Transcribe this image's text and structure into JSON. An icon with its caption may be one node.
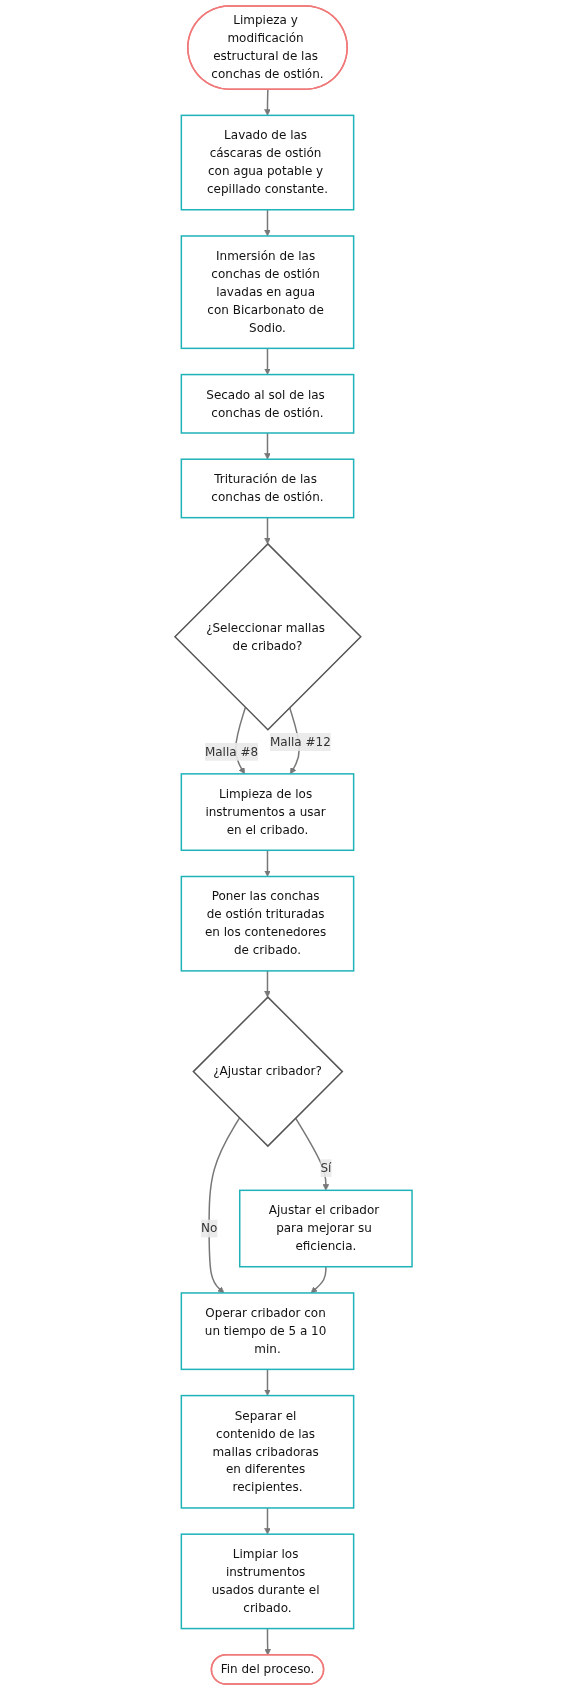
{
  "diagram": {
    "nodes": [
      {
        "text": [
          "Limpieza y modificación estructural de las conchas de ostión."
        ]
      },
      {
        "text": [
          "Lavado de las cáscaras de ostión con agua potable y cepillado constante."
        ]
      },
      {
        "text": [
          "Inmersión de las conchas de ostión lavadas en agua con Bicarbonato de Sodio."
        ]
      },
      {
        "text": [
          "Secado al sol de las conchas de ostión."
        ]
      },
      {
        "text": [
          "Trituración de las conchas de ostión."
        ]
      },
      {
        "text": [
          "¿Seleccionar mallas de cribado?"
        ]
      },
      {
        "text": [
          "Limpieza de los instrumentos a usar en el cribado."
        ]
      },
      {
        "text": [
          "Poner las conchas de ostión trituradas en los contenedores de cribado."
        ]
      },
      {
        "text": [
          "¿Ajustar cribador?"
        ]
      },
      {
        "text": [
          "Ajustar el cribador para mejorar su eficiencia."
        ]
      },
      {
        "text": [
          "Operar cribador con un tiempo de 5 a 10 min."
        ]
      },
      {
        "text": [
          "Separar el contenido de las mallas cribadoras en diferentes recipientes."
        ]
      },
      {
        "text": [
          "Limpiar los instrumentos usados durante el cribado."
        ]
      },
      {
        "text": [
          "Fin del proceso."
        ]
      }
    ],
    "edges": [
      {
        "from": 0,
        "to": 1,
        "arrow": "to"
      },
      {
        "from": 1,
        "to": 2,
        "arrow": "to"
      },
      {
        "from": 2,
        "to": 3,
        "arrow": "to"
      },
      {
        "from": 3,
        "to": 4,
        "arrow": "to"
      },
      {
        "from": 4,
        "to": 5,
        "arrow": "to"
      },
      {
        "from": 5,
        "to": 6,
        "arrow": "to",
        "label": "Malla #8"
      },
      {
        "from": 5,
        "to": 6,
        "arrow": "to",
        "label": "Malla #12"
      },
      {
        "from": 6,
        "to": 7,
        "arrow": "to"
      },
      {
        "from": 7,
        "to": 8,
        "arrow": "to"
      },
      {
        "from": 8,
        "to": 9,
        "arrow": "to",
        "label": "Sí"
      },
      {
        "from": 8,
        "to": 10,
        "arrow": "to",
        "label": "No"
      },
      {
        "from": 9,
        "to": 10,
        "arrow": "to"
      },
      {
        "from": 10,
        "to": 11,
        "arrow": "to"
      },
      {
        "from": 11,
        "to": 12,
        "arrow": "to"
      },
      {
        "from": 12,
        "to": 13,
        "arrow": "to"
      }
    ]
  }
}
